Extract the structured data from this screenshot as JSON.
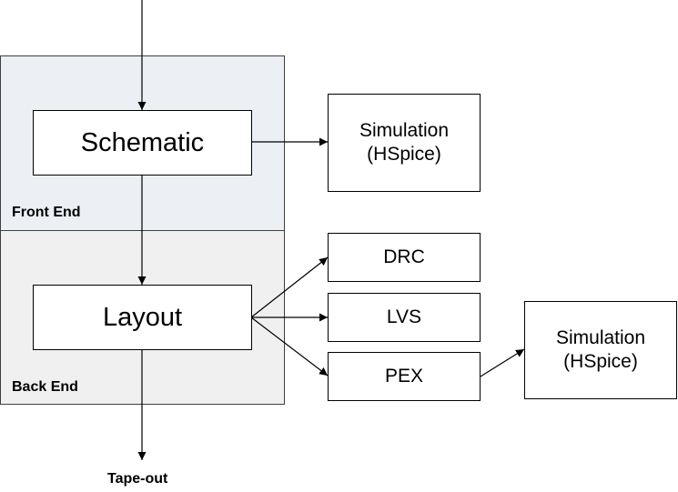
{
  "regions": {
    "front_end": "Front End",
    "back_end": "Back End"
  },
  "nodes": {
    "schematic": "Schematic",
    "layout": "Layout",
    "simulation_1": "Simulation\n(HSpice)",
    "drc": "DRC",
    "lvs": "LVS",
    "pex": "PEX",
    "simulation_2": "Simulation\n(HSpice)"
  },
  "output": {
    "tape_out": "Tape-out"
  },
  "edges": [
    [
      "input",
      "schematic"
    ],
    [
      "schematic",
      "simulation_1"
    ],
    [
      "schematic",
      "layout"
    ],
    [
      "layout",
      "drc"
    ],
    [
      "layout",
      "lvs"
    ],
    [
      "layout",
      "pex"
    ],
    [
      "pex",
      "simulation_2"
    ],
    [
      "layout",
      "tape_out"
    ]
  ]
}
